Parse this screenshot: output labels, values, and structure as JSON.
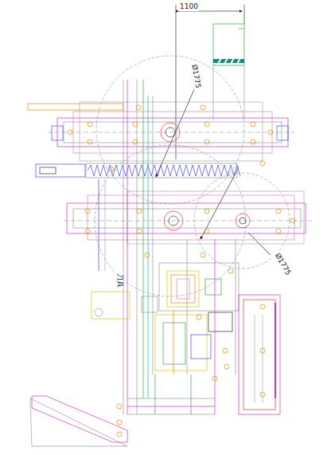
{
  "diagram": {
    "labels": [
      "1100",
      "Ø1775",
      "Ø1775",
      "刀具"
    ]
  }
}
